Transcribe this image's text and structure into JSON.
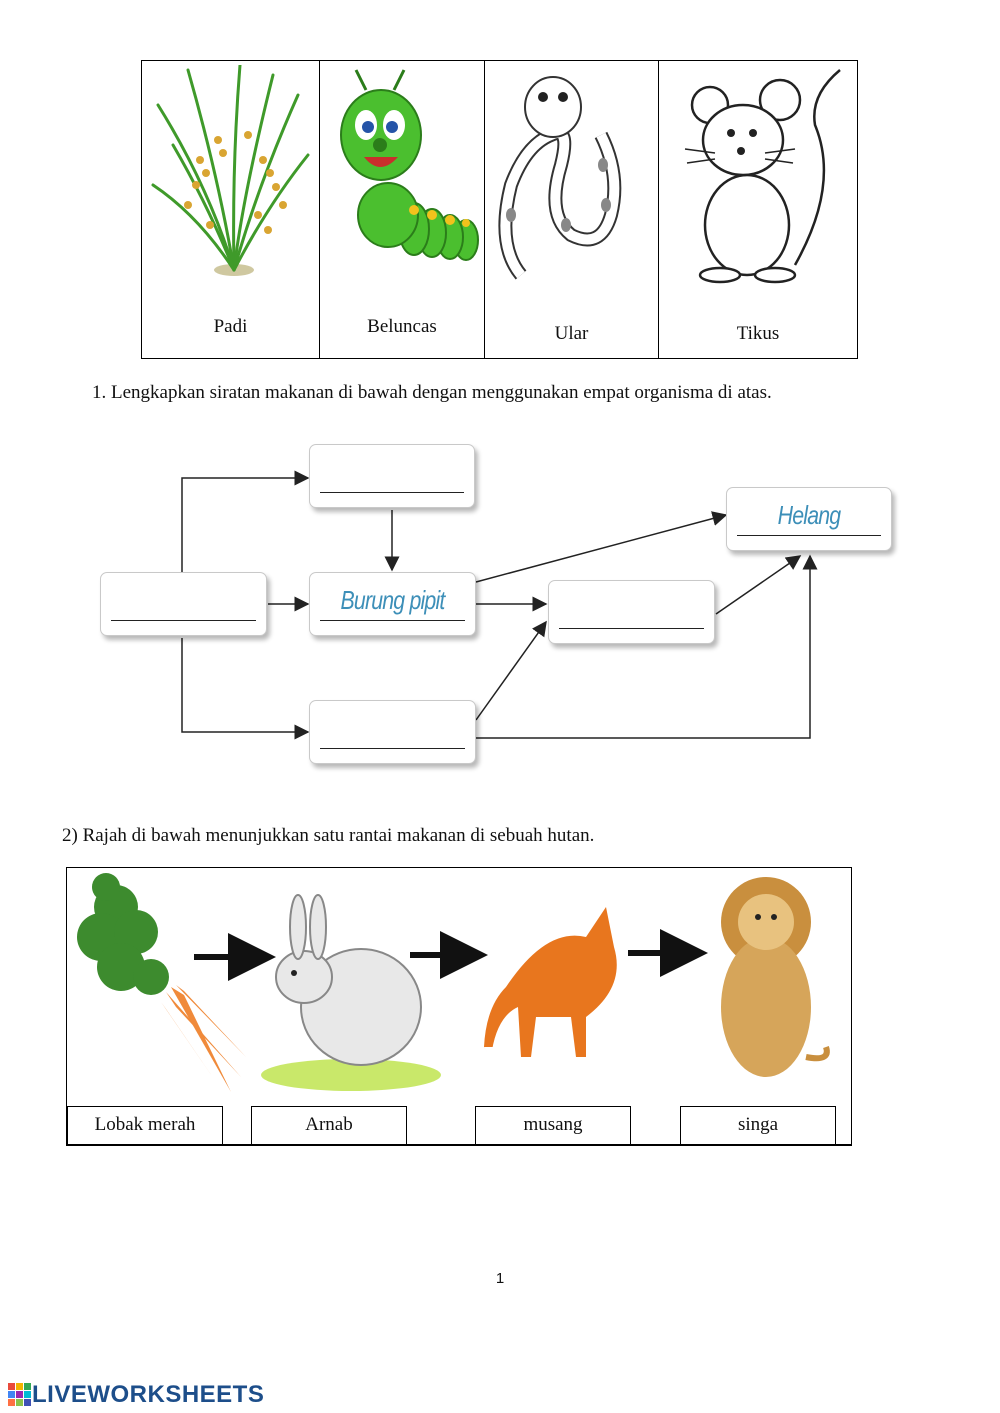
{
  "organisms": [
    {
      "label": "Padi",
      "icon": "rice-plant-icon"
    },
    {
      "label": "Beluncas",
      "icon": "caterpillar-icon"
    },
    {
      "label": "Ular",
      "icon": "snake-icon"
    },
    {
      "label": "Tikus",
      "icon": "mouse-icon"
    }
  ],
  "question1": "1.   Lengkapkan siratan makanan di bawah dengan menggunakan empat organisma di atas.",
  "food_web": {
    "box_top": "",
    "box_left": "",
    "box_mid": "Burung pipit",
    "box_right": "",
    "box_bottom": "",
    "box_helang": "Helang"
  },
  "question2": "2) Rajah di bawah menunjukkan satu rantai makanan di sebuah hutan.",
  "food_chain": {
    "items": [
      {
        "label": "Lobak merah",
        "icon": "carrot-icon"
      },
      {
        "label": "Arnab",
        "icon": "rabbit-icon"
      },
      {
        "label": "musang",
        "icon": "fox-icon"
      },
      {
        "label": "singa",
        "icon": "lion-icon"
      }
    ]
  },
  "page_number": "1",
  "brand": "LIVEWORKSHEETS",
  "colors": {
    "web_label": "#3d8fb8",
    "caterpillar": "#4bbf2f",
    "fox": "#e8761e",
    "lion": "#d6a55a",
    "brand": "#1d4e8a"
  }
}
